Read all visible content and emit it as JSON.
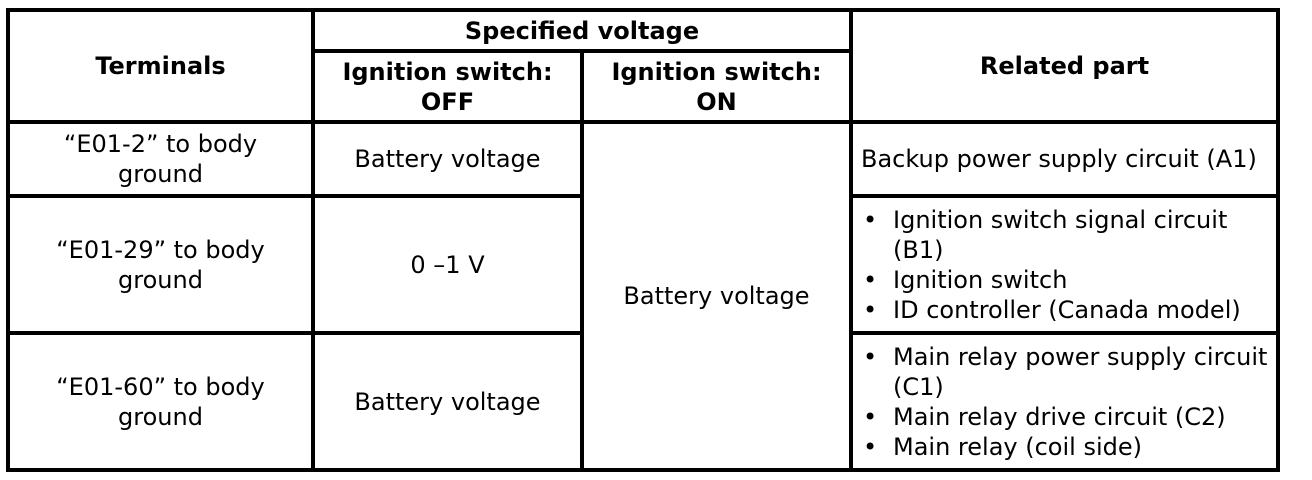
{
  "header": {
    "terminals": "Terminals",
    "specified_voltage": "Specified voltage",
    "ig_off_line1": "Ignition switch:",
    "ig_off_line2": "OFF",
    "ig_on_line1": "Ignition switch:",
    "ig_on_line2": "ON",
    "related_part": "Related part"
  },
  "rows": [
    {
      "terminal_line1": "“E01-2” to body",
      "terminal_line2": "ground",
      "off_value": "Battery voltage",
      "related": "Backup power supply circuit (A1)"
    },
    {
      "terminal_line1": "“E01-29” to body",
      "terminal_line2": "ground",
      "off_value": "0 –1 V",
      "related_items": [
        "Ignition switch signal circuit (B1)",
        "Ignition switch",
        "ID controller (Canada model)"
      ]
    },
    {
      "terminal_line1": "“E01-60” to body",
      "terminal_line2": "ground",
      "off_value": "Battery voltage",
      "related_items": [
        "Main relay power supply circuit (C1)",
        "Main relay drive circuit (C2)",
        "Main relay (coil side)"
      ]
    }
  ],
  "on_value": "Battery voltage",
  "bullet_glyph": "•"
}
